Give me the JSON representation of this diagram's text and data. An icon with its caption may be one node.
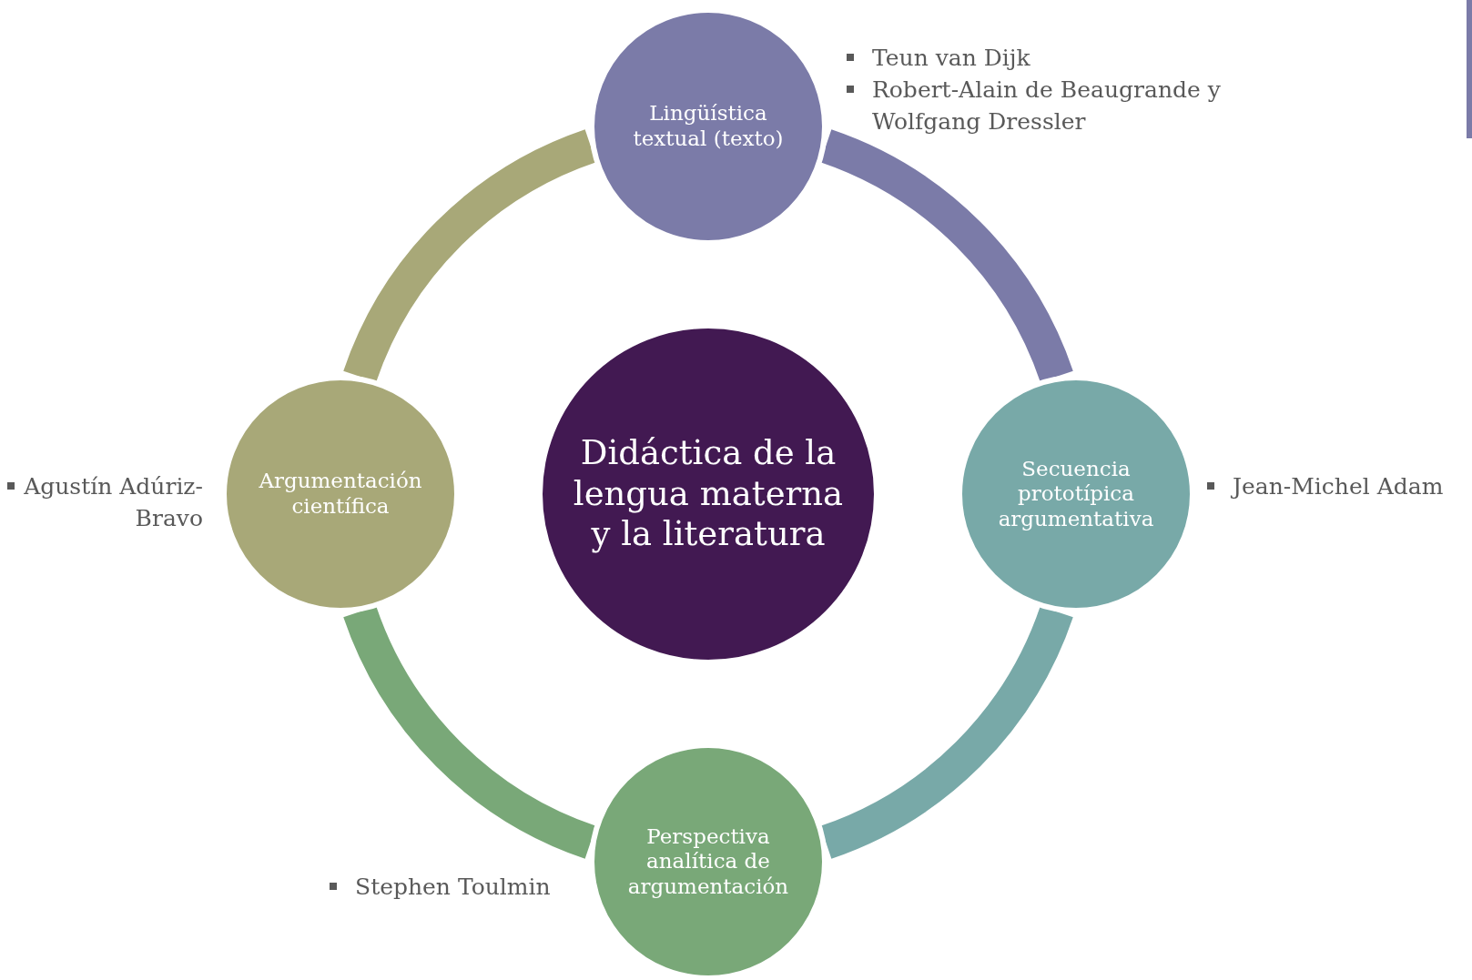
{
  "diagram": {
    "nodes": [
      {
        "text": [
          "Didáctica de la lengua materna y la literatura"
        ]
      },
      {
        "text": [
          "Lingüística textual (texto)"
        ],
        "beside": [
          "Teun van Dijk",
          "Robert-Alain de Beaugrande y Wolfgang Dressler"
        ]
      },
      {
        "text": [
          "Secuencia prototípica argumentativa"
        ],
        "beside": [
          "Jean-Michel Adam"
        ]
      },
      {
        "text": [
          "Perspectiva analítica de argumentación"
        ],
        "beside": [
          "Stephen Toulmin"
        ]
      },
      {
        "text": [
          "Argumentación científica"
        ],
        "beside": [
          "Agustín Adúriz-Bravo"
        ]
      }
    ],
    "edges": [
      {
        "from": 1,
        "to": 2,
        "arrow": "none",
        "color": "#7b7ba8"
      },
      {
        "from": 2,
        "to": 3,
        "arrow": "none",
        "color": "#78a9a8"
      },
      {
        "from": 3,
        "to": 4,
        "arrow": "none",
        "color": "#79a878"
      },
      {
        "from": 4,
        "to": 1,
        "arrow": "none",
        "color": "#a8a878"
      }
    ]
  }
}
